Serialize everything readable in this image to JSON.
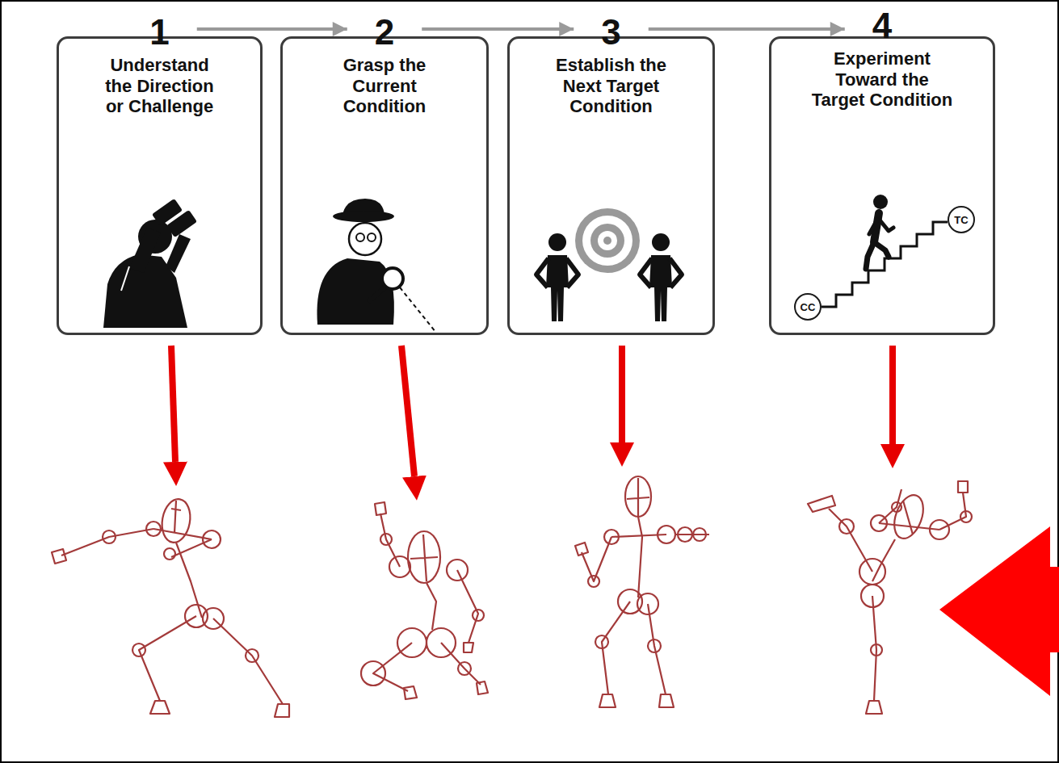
{
  "diagram": {
    "nodes": [
      {
        "text": [
          "1",
          "Understand the Direction or Challenge"
        ]
      },
      {
        "text": [
          "2",
          "Grasp the Current Condition"
        ]
      },
      {
        "text": [
          "3",
          "Establish the Next Target Condition"
        ]
      },
      {
        "text": [
          "4",
          "Experiment Toward the Target Condition"
        ]
      },
      {
        "text": [
          "CC"
        ],
        "in": 3
      },
      {
        "text": [
          "TC"
        ],
        "in": 3
      }
    ],
    "edges": [
      {
        "from": 0,
        "to": 1,
        "arrow": "to"
      },
      {
        "from": 1,
        "to": 2,
        "arrow": "to"
      },
      {
        "from": 2,
        "to": 3,
        "arrow": "to"
      }
    ]
  }
}
